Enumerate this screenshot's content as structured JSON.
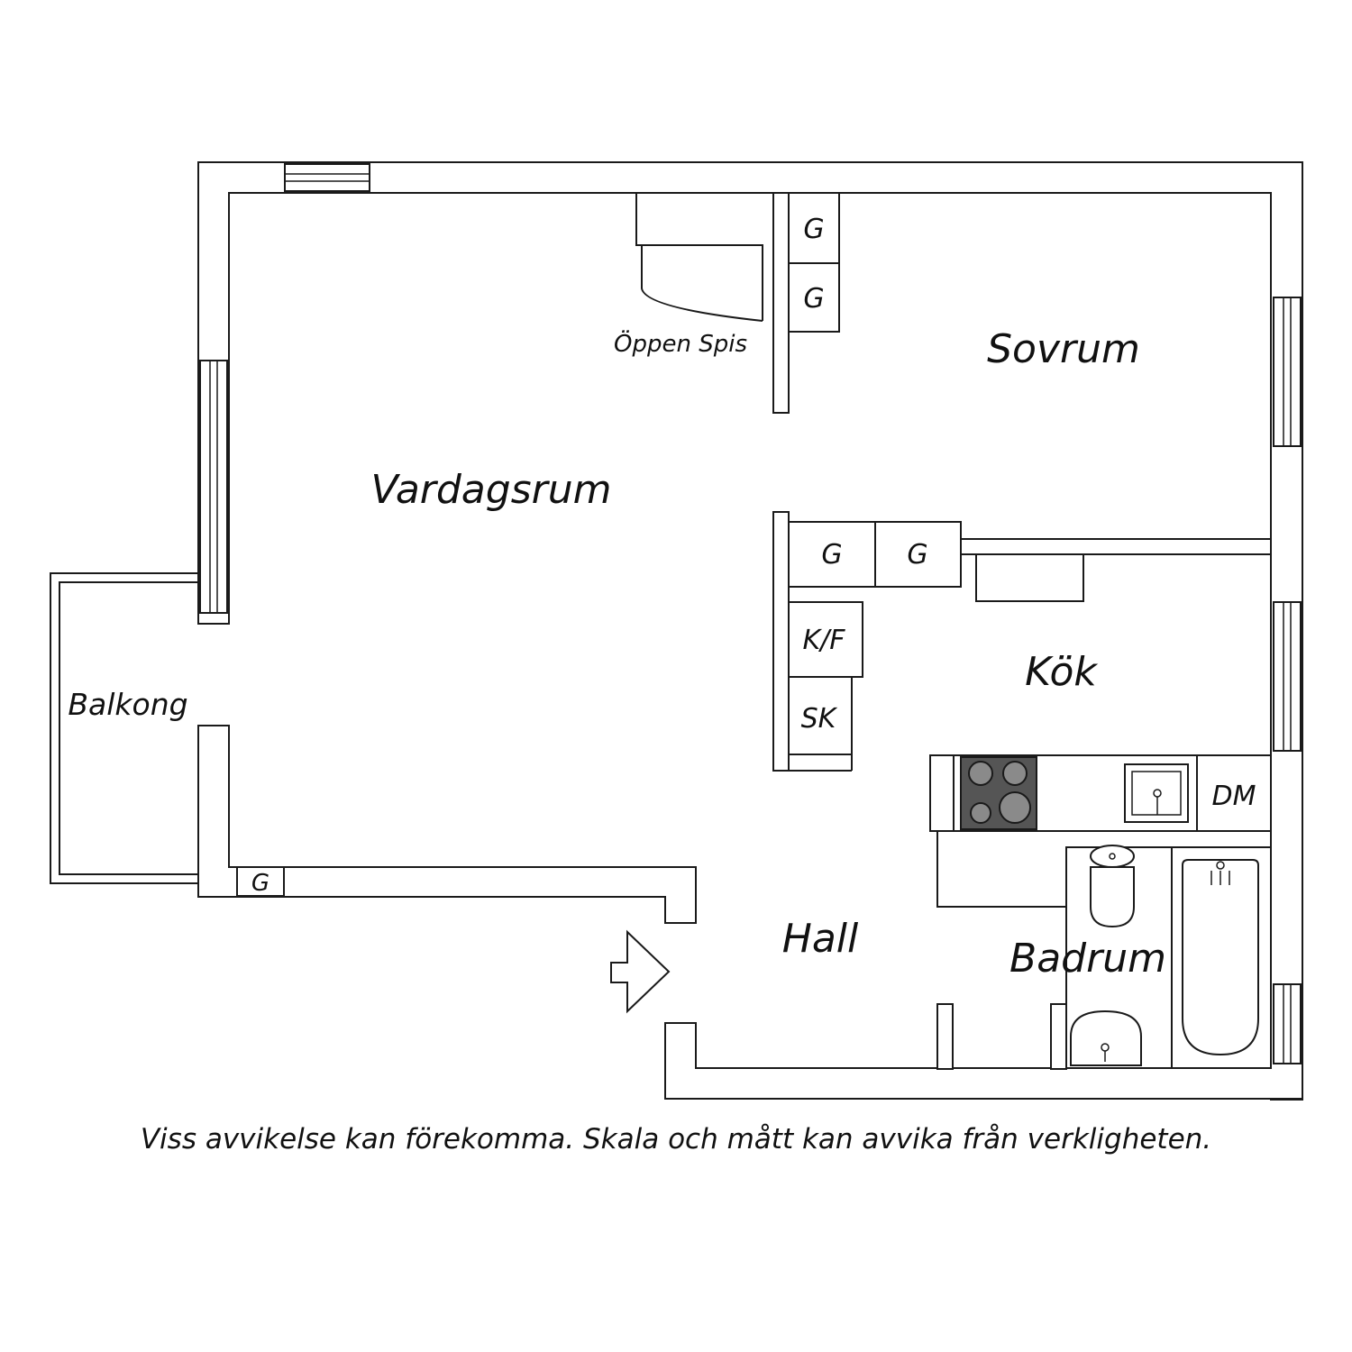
{
  "rooms": {
    "vardagsrum": "Vardagsrum",
    "sovrum": "Sovrum",
    "kok": "Kök",
    "hall": "Hall",
    "badrum": "Badrum",
    "balkong": "Balkong",
    "oppen_spis": "Öppen Spis"
  },
  "fixtures": {
    "garderob": "G",
    "kyl_frys": "K/F",
    "skap": "SK",
    "diskmaskin": "DM"
  },
  "disclaimer": "Viss avvikelse kan förekomma. Skala och mått kan avvika från verkligheten.",
  "colors": {
    "line": "#1a1a1a",
    "stove_top": "#555555",
    "burner": "#8a8a8a"
  }
}
